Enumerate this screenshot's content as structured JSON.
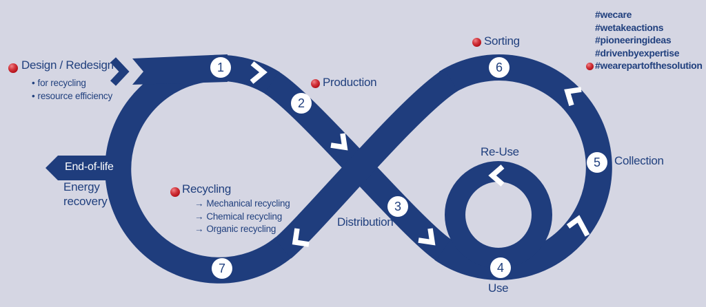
{
  "palette": {
    "background": "#d5d6e3",
    "ribbon": "#1f3d7d",
    "text": "#21407e",
    "accent_red": "#c2171f",
    "badge_fill": "#ffffff"
  },
  "glyphs": {
    "bullet": "•",
    "arrow": "→"
  },
  "stages": [
    {
      "number": "1",
      "label": "Design / Redesign",
      "bullets": [
        "for recycling",
        "resource efficiency"
      ]
    },
    {
      "number": "2",
      "label": "Production"
    },
    {
      "number": "3",
      "label": "Distribution"
    },
    {
      "number": "4",
      "label": "Use"
    },
    {
      "number": "5",
      "label": "Collection"
    },
    {
      "number": "6",
      "label": "Sorting"
    },
    {
      "number": "7",
      "label": "Recycling",
      "items": [
        "Mechanical recycling",
        "Chemical recycling",
        "Organic recycling"
      ]
    }
  ],
  "inner_loop": {
    "label": "Re-Use"
  },
  "exit": {
    "arrow_label": "End-of-life",
    "caption_lines": [
      "Energy",
      "recovery"
    ]
  },
  "hashtags": [
    "#wecare",
    "#wetakeactions",
    "#pioneeringideas",
    "#drivenbyexpertise",
    "#wearepartofthesolution"
  ]
}
